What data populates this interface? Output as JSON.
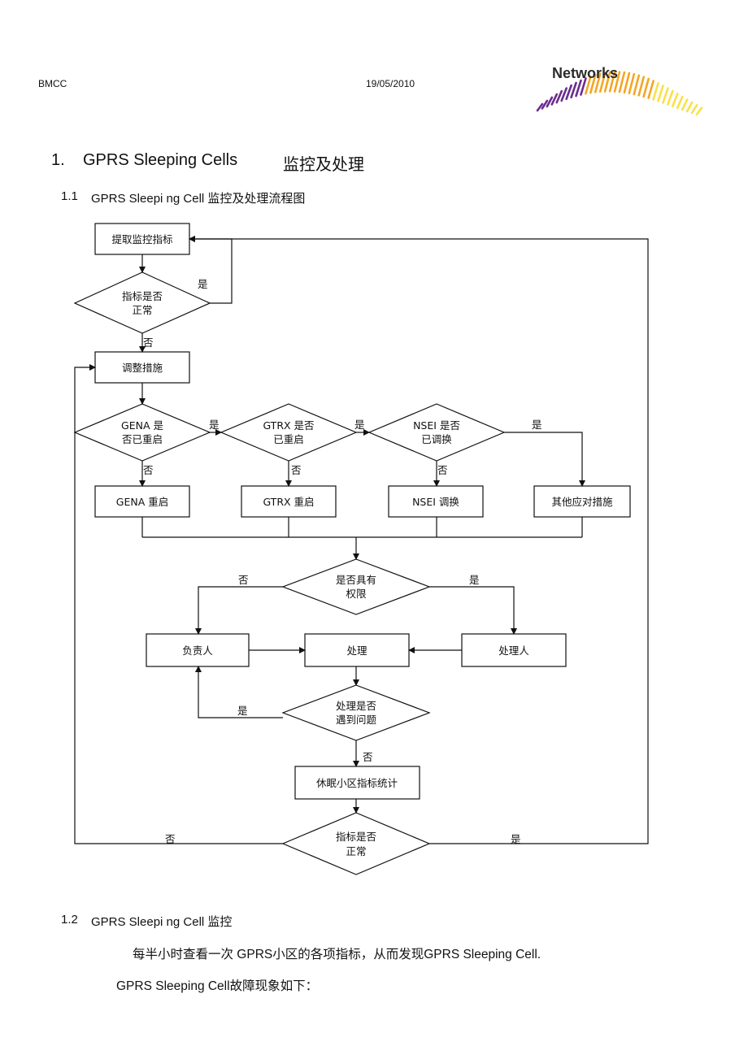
{
  "header": {
    "org": "BMCC",
    "date": "19/05/2010",
    "logo_text": "Networks",
    "logo_colors": [
      "#6b2d8f",
      "#f5a623",
      "#f8e14a"
    ]
  },
  "section1": {
    "number": "1.",
    "title": "GPRS Sleeping Cells",
    "title_cn": "监控及处理"
  },
  "section1_1": {
    "number": "1.1",
    "title": "GPRS Sleepi ng Cell 监控及处理流程图"
  },
  "flow": {
    "mark": "↵",
    "boxes": {
      "extract": "提取监控指标",
      "adjust": "调整措施",
      "gena_restart": "GENA 重启",
      "gtrx_restart": "GTRX 重启",
      "nsei_swap": "NSEI 调换",
      "other": "其他应对措施",
      "owner": "负责人",
      "process": "处理",
      "handler": "处理人",
      "stats": "休眠小区指标统计"
    },
    "diamonds": {
      "check1": [
        "指标是否",
        "正常"
      ],
      "gena": [
        "GENA 是",
        "否已重启"
      ],
      "gtrx": [
        "GTRX 是否",
        "已重启"
      ],
      "nsei": [
        "NSEI 是否",
        "已调换"
      ],
      "permission": [
        "是否具有",
        "权限"
      ],
      "problem": [
        "处理是否",
        "遇到问题"
      ],
      "check2": [
        "指标是否",
        "正常"
      ]
    },
    "yes": "是",
    "no": "否"
  },
  "section1_2": {
    "number": "1.2",
    "title": "GPRS Sleepi ng Cell 监控",
    "para1": "每半小时查看一次  GPRS小区的各项指标，从而发现GPRS Sleeping Cell.",
    "para2": "GPRS Sleeping Cell故障现象如下："
  }
}
